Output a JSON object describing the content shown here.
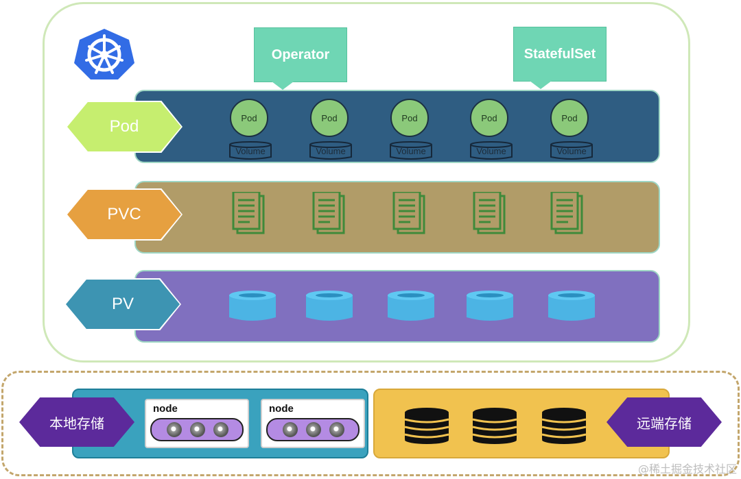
{
  "cluster": {
    "callouts": [
      {
        "label": "Operator"
      },
      {
        "label": "StatefulSet"
      }
    ]
  },
  "layers": {
    "pod": {
      "label": "Pod",
      "color": "#c6ee6f",
      "band_color": "#2f5d82"
    },
    "pvc": {
      "label": "PVC",
      "color": "#e6a040",
      "band_color": "#b19c68"
    },
    "pv": {
      "label": "PV",
      "color": "#3d94b2",
      "band_color": "#8070bf"
    }
  },
  "pods": [
    {
      "label": "Pod",
      "volume": "Volume"
    },
    {
      "label": "Pod",
      "volume": "Volume"
    },
    {
      "label": "Pod",
      "volume": "Volume"
    },
    {
      "label": "Pod",
      "volume": "Volume"
    },
    {
      "label": "Pod",
      "volume": "Volume"
    }
  ],
  "icons": {
    "k8s": "kubernetes-logo-icon",
    "claim": "document-icon",
    "volume": "cylinder-icon",
    "disk": "disk-icon",
    "database": "database-stack-icon"
  },
  "storage": {
    "local_label": "本地存储",
    "remote_label": "远端存储",
    "nodes": [
      {
        "label": "node"
      },
      {
        "label": "node"
      }
    ]
  },
  "watermark": "@稀土掘金技术社区"
}
